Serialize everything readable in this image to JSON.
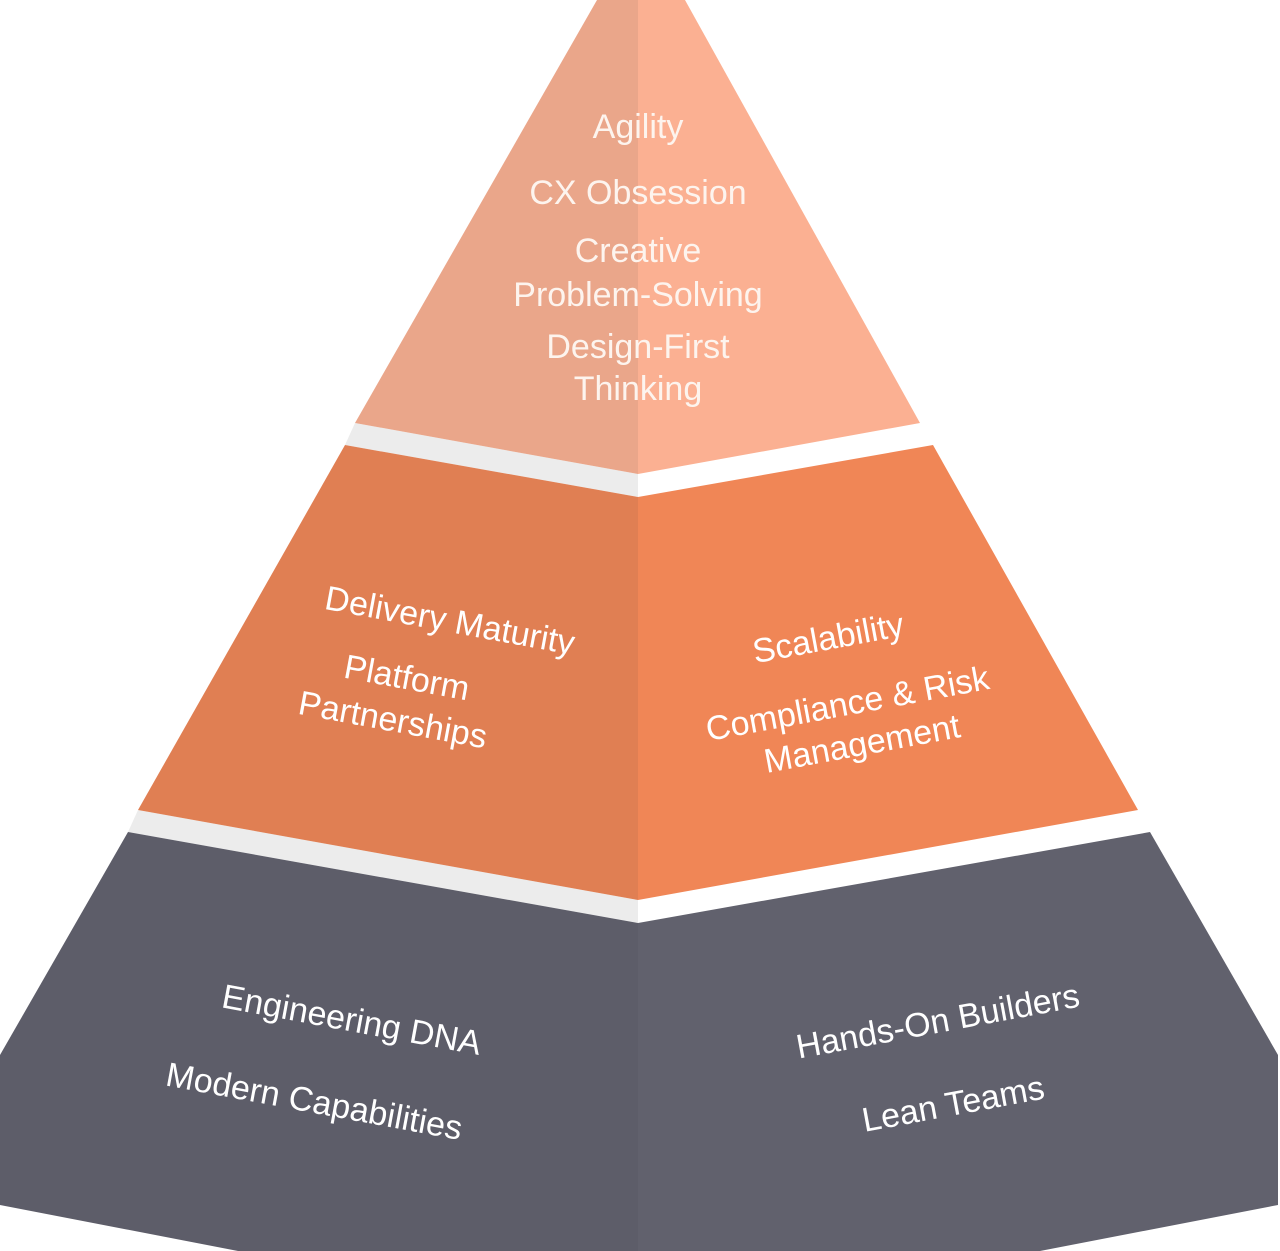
{
  "colors": {
    "top_left": "#eaa68a",
    "top_right": "#fbb092",
    "middle_left": "#e07f53",
    "middle_right": "#f08656",
    "bottom_left": "#5d5d69",
    "bottom_right": "#61616d",
    "gap_left": "#ececec",
    "gap_right": "#ffffff"
  },
  "pyramid": {
    "top": {
      "items": [
        "Agility",
        "CX Obsession",
        "Creative",
        "Problem-Solving",
        "Design-First",
        "Thinking"
      ]
    },
    "middle": {
      "left": [
        "Delivery Maturity",
        "Platform",
        "Partnerships"
      ],
      "right": [
        "Scalability",
        "Compliance & Risk",
        "Management"
      ]
    },
    "bottom": {
      "left": [
        "Engineering DNA",
        "Modern Capabilities"
      ],
      "right": [
        "Hands-On Builders",
        "Lean Teams"
      ]
    }
  }
}
